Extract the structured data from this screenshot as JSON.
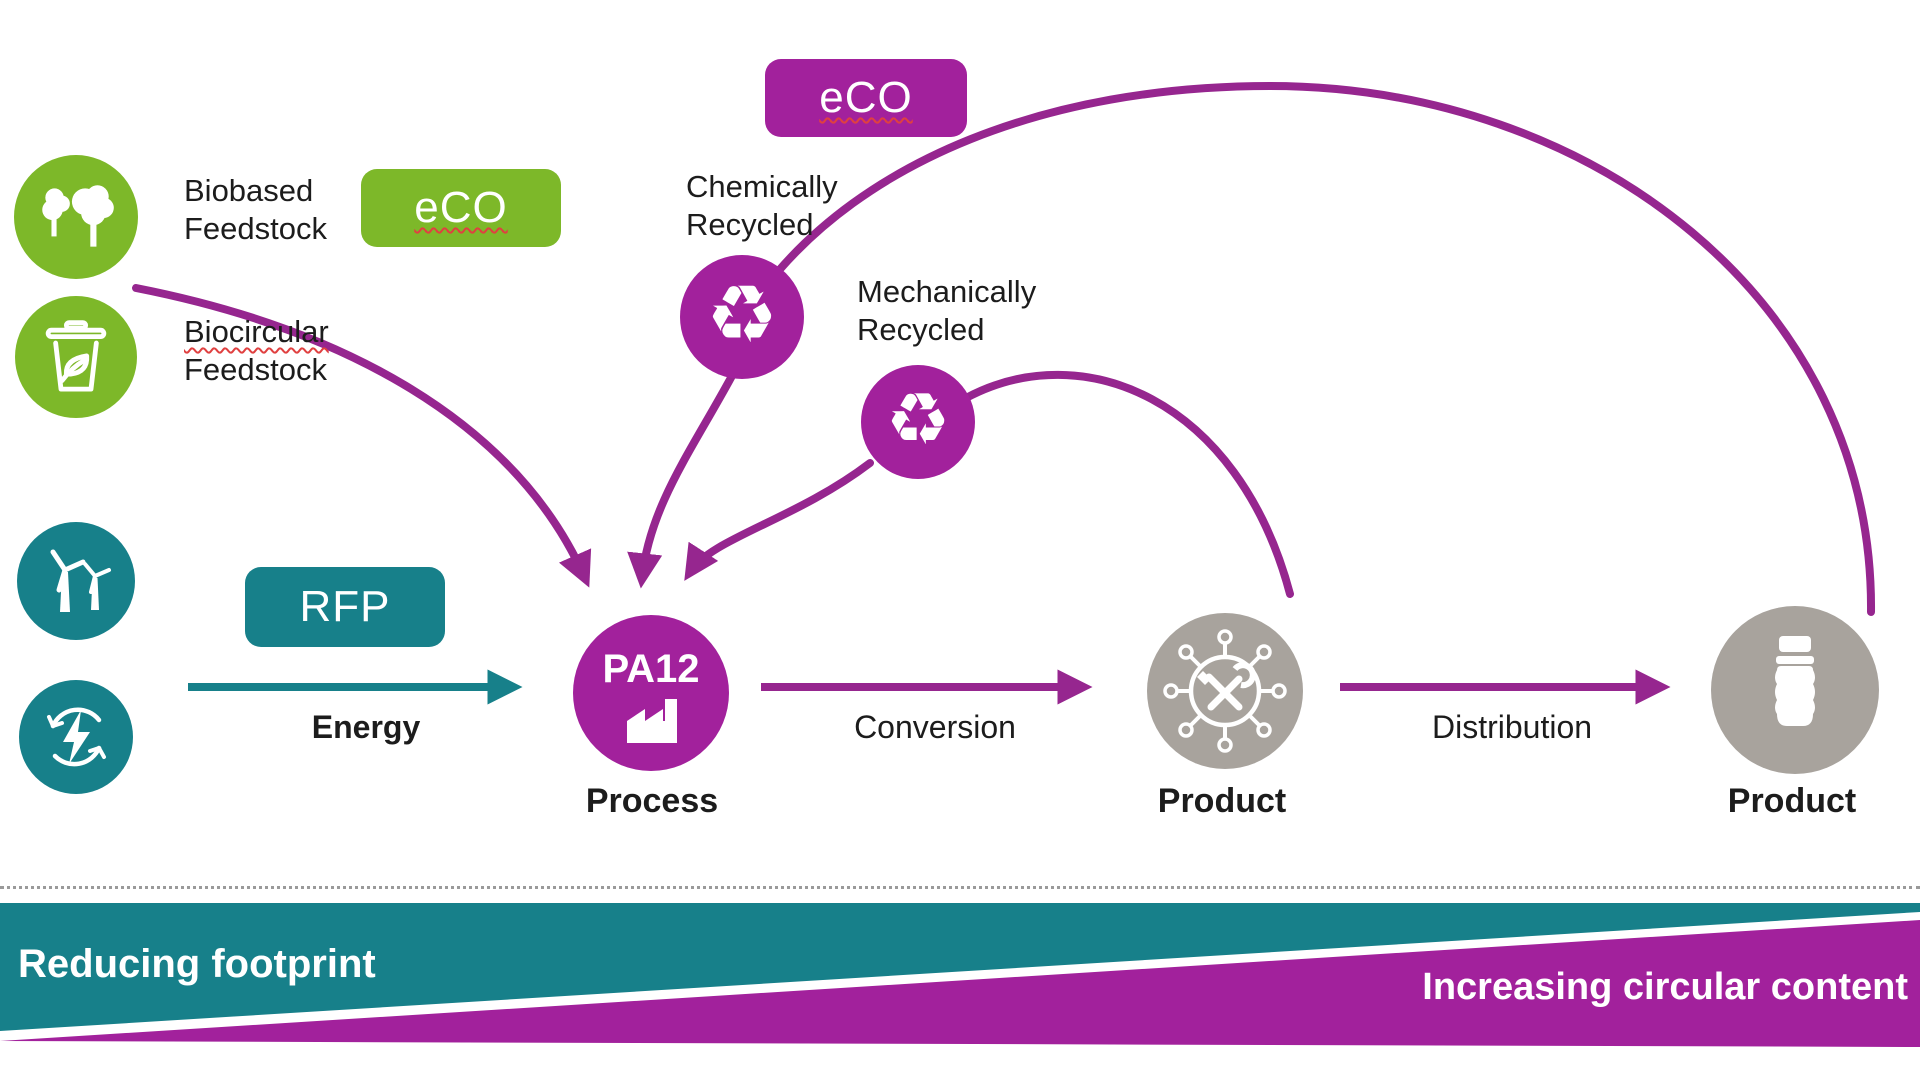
{
  "colors": {
    "purple": "#A2219C",
    "teal": "#17808A",
    "green": "#7DB829",
    "gray": "#A8A39D",
    "text": "#1C1C1C",
    "squiggle_red": "#E04040",
    "background": "#FFFFFF"
  },
  "icons": {
    "recycle_glyph": "♻",
    "names": [
      "trees-icon",
      "waste-bin-leaf-icon",
      "wind-turbines-icon",
      "renewable-energy-icon",
      "recycle-icon",
      "factory-icon",
      "tools-network-icon",
      "bottle-icon"
    ]
  },
  "feedstocks": {
    "biobased": {
      "line1": "Biobased",
      "line2": "Feedstock"
    },
    "biocircular": {
      "line1": "Biocircular",
      "line2": "Feedstock"
    }
  },
  "recycling": {
    "chemically": {
      "line1": "Chemically",
      "line2": "Recycled"
    },
    "mechanically": {
      "line1": "Mechanically",
      "line2": "Recycled"
    }
  },
  "badges": {
    "eco_green": "eCO",
    "eco_purple": "eCO",
    "rfp": "RFP"
  },
  "process_node": {
    "label": "PA12",
    "caption": "Process"
  },
  "products": {
    "mid_caption": "Product",
    "right_caption": "Product"
  },
  "flows": {
    "energy": "Energy",
    "conversion": "Conversion",
    "distribution": "Distribution"
  },
  "banner": {
    "reducing": "Reducing footprint",
    "increasing": "Increasing circular content"
  }
}
